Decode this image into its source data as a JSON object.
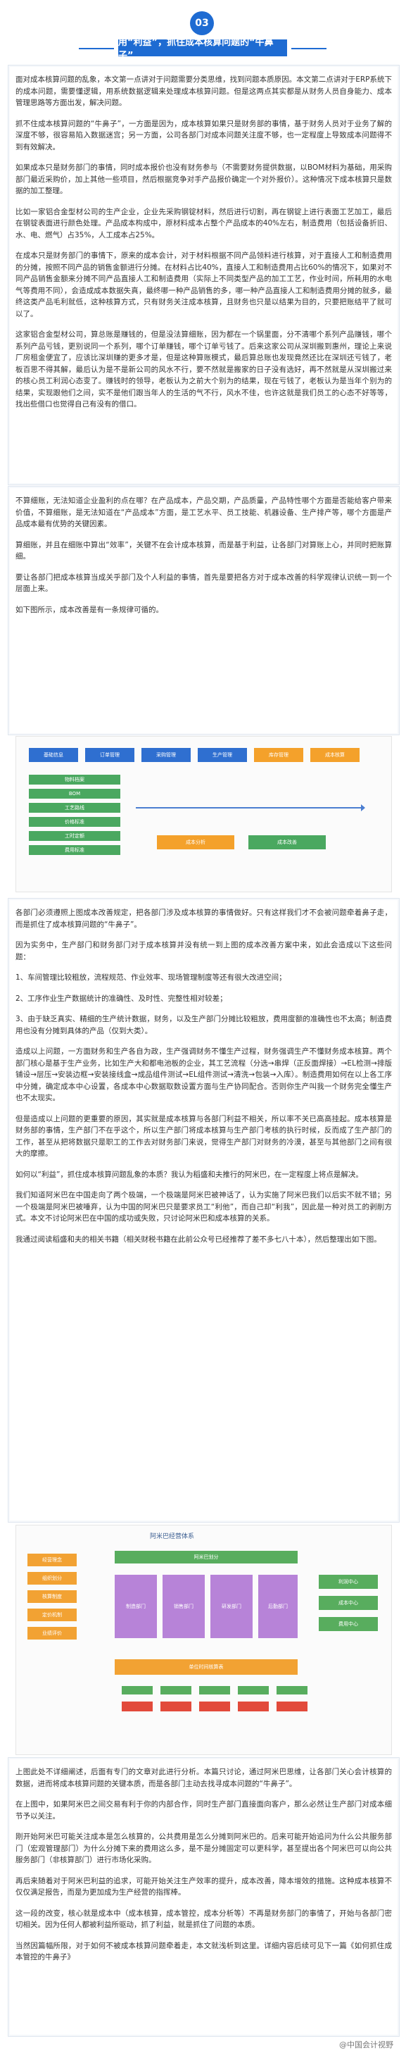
{
  "header": {
    "badge": "03",
    "title": "用“利益”，抓住成本核算问题的“牛鼻子”"
  },
  "paragraphs": [
    "面对成本核算问题的乱象，本文第一点讲对于问题需要分类思维，找到问题本质原因。本文第二点讲对于ERP系统下的成本问题，需要懂逻辑，用系统数据逻辑来处理成本核算问题。但是这两点其实都是从财务人员自身能力、成本管理思路等方面出发，解决问题。",
    "抓不住成本核算问题的“牛鼻子”，一方面是因为，成本核算如果只是财务部的事情，基于财务人员对于业务了解的深度不够，很容易陷入数据迷宫；另一方面，公司各部门对成本问题关注度不够，也一定程度上导致成本问题得不到有效解决。",
    "如果成本只是财务部门的事情，同时成本报价也没有财务参与（不需要财务提供数据，以BOM材料为基础，用采购部门最近采购价，加上其他一些项目，然后根据竞争对手产品报价确定一个对外报价）。这种情况下成本核算只是数据的加工整理。",
    "比如一家铝合金型材公司的生产企业，企业先采购钢锭材料，然后进行切割，再在钢锭上进行表面工艺加工，最后在钢锭表面进行颜色处理。产品成本构成中，原材料成本占整个产品成本的40%左右，制造费用（包括设备折旧、水、电、燃气）占35%，人工成本占25%。",
    "在成本只是财务部门的事情下，原来的成本会计，对于材料根据不同产品领料进行核算，对于直接人工和制造费用的分摊，按照不同产品的销售金额进行分摊。在材料占比40%，直接人工和制造费用占比60%的情况下，如果对不同产品销售金额来分摊不同产品直接人工和制造费用（实际上不同类型产品的加工工艺，作业时间，所耗用的水电气等费用不同），会造成成本数据失真，最终哪一种产品销售的多，哪一种产品直接人工和制造费用分摊的就多，最终这类产品毛利就低，这种核算方式，只有财务关注成本核算，且财务也只是以结果为目的，只要把账结平了就可以了。",
    "这家铝合金型材公司，算总账是赚钱的，但是没法算细账，因为都在一个锅里面，分不清哪个系列产品赚钱，哪个系列产品亏钱，更别说同一个系列，哪个订单赚钱，哪个订单亏钱了。后来这家公司从深圳搬到惠州，理论上来说厂房租金便宜了，应该比深圳赚的更多才是，但是这种算账模式，最后算总账也发现竟然还比在深圳还亏钱了，老板百思不得其解，最后认为是不是新公司的风水不行，要不然就是搬家的日子没有选好，再不然就是从深圳搬过来的核心员工利润心态变了。赚钱时的领导，老板认为之前大个别为的结果，现在亏钱了，老板认为是当年个别为的结果，实现跟他们之间，实不是他们跟当年人的生活的气不行，风水不佳，也许这就是我们员工的心态不好等等，找出些借口也觉得自己有没有的借口。",
    "不算细账，无法知道企业盈利的点在哪？在产品成本，产品交期，产品质量，产品特性哪个方面是否能给客户带来价值，不算细账，是无法知道在“产品成本”方面，是工艺水平、员工技能、机器设备、生产排产等，哪个方面是产品成本最有优势的关键因素。",
    "算细账，并且在细账中算出“效率”，关键不在会计成本核算，而是基于利益，让各部门对算账上心，并同时把账算细。",
    "要让各部门把成本核算当成关乎部门及个人利益的事情，首先是要把各方对于成本改善的科学观律认识统一到一个层面上来。",
    "如下图所示，成本改善是有一条规律可循的。",
    "各部门必须遵照上图成本改善规定，把各部门涉及成本核算的事情做好。只有这样我们才不会被问题牵着鼻子走，而是抓住了成本核算问题的“牛鼻子”。",
    "因为实务中，生产部门和财务部门对于成本核算并没有统一到上图的成本改善方案中来，如此会造成以下这些问题：",
    "1、车间管理比较粗放，流程规范、作业效率、现场管理制度等还有很大改进空间；",
    "2、工序作业生产数据统计的准确性、及时性、完整性相对较差；",
    "3、由于缺乏真实、精细的生产统计数据，财务，以及生产部门分摊比较粗放，费用度额的准确性也不太高；制造费用也没有分摊到具体的产品（仅到大类）。",
    "造成以上问题，一方面财务和生产各自为政，生产强调财务不懂生产过程，财务强调生产不懂财务成本核算。两个部门核心是基于生产业务，比如生产大和都电池板的企业，其工艺流程（分选→串焊（正反面焊接）→EL检测→排版铺设→层压→安装边框→安装接线盒→成品组件测试→EL组件测试→清洗→包装→入库）。制造费用如何在以上各工序中分摊，确定成本中心设置，各成本中心数据取数设置方面与生产协同配合。否则你生产叫我一个财务完全懂生产也不太现实。",
    "但是造成以上问题的更重要的原因，其实就是成本核算与各部门利益不相关，所以率不关已高高挂起。成本核算是财务部的事情，生产部门不在乎这个，所以生产部门将成本核算与生产部门考核的执行时候，反而成了生产部门的工作，甚至从把将数据只是职工的工作去对财务部门来说，觉得生产部门对财务的冷漠，甚至与其他部门之间有很大的摩擦。",
    "如何以“利益”，抓住成本核算问题乱象的本质？我认为稻盛和夫推行的阿米巴，在一定程度上将点是解决。",
    "我们知道阿米巴在中国走向了两个极端，一个极端是阿米巴被神话了，认为实施了阿米巴我们以后实不就不错；另一个极端是阿米巴被唾弃，认为中国的阿米巴只是要求员工“利他”，而自己却“利我”，因此是一种对员工的剥削方式。本文不讨论阿米巴在中国的成功或失败，只讨论阿米巴和成本核算的关系。",
    "我通过阅读稻盛和夫的相关书籍（相关财税书籍在此前公众号已经推荐了差不多七八十本），然后整理出如下图。",
    "上图此处不详细阐述，后面有专门的文章对此进行分析。本篇只讨论，通过阿米巴思维，让各部门关心会计核算的数据，进而将成本核算问题的关键本质，而是各部门主动去找寻成本问题的“牛鼻子”。",
    "在上图中，如果阿米巴之间交易有利于你的内部合作，同时生产部门直接面向客户，那么必然让生产部门对成本细节予以关注。",
    "刚开始阿米巴可能关注成本是怎么核算的，公共费用是怎么分摊到阿米巴的。后来可能开始追问为什么公共服务部门（宏观管理部门）为什么分摊下来的费用这么多，是不是分摊固定可以更科学，甚至提出各个阿米巴可以向公共服务部门（非核算部门）进行市场化采购。",
    "再后来随着对于阿米巴利益的追求，可能开始关注生产效率的提升，成本改善，降本增效的措施。这种成本核算不仅仅满足报告，而是为更加成为生产经营的指挥棒。",
    "这一段的改变，核心就是成本中（成本核算，成本管控，成本分析等）不再是财务部门的事情了，开始与各部门密切相关。因为任何人都被利益所驱动，抓了利益，就是抓住了问题的本质。",
    "当然因篇幅所限，对于如何不被成本核算问题牵着走，本文就浅析到这里。详细内容后续可见下一篇《如何抓住成本管控的牛鼻子》"
  ],
  "diagram1": {
    "boxes": [
      "基础信息",
      "订单管理",
      "采购管理",
      "生产管理",
      "库存管理",
      "成本核算",
      "成本分析",
      "成本改善"
    ],
    "sub_items": [
      "物料档案",
      "BOM",
      "工艺路线",
      "价格标准",
      "工时定额",
      "费用标准"
    ],
    "colors": {
      "blue": "#2f6fd0",
      "orange": "#f4a12b",
      "green": "#4aa860"
    }
  },
  "diagram2": {
    "title": "阿米巴经营体系",
    "left_items": [
      "经营理念",
      "组织划分",
      "核算制度",
      "定价机制",
      "业绩评价"
    ],
    "center_top": "阿米巴划分",
    "center_nodes": [
      "制造部门",
      "销售部门",
      "研发部门",
      "后勤部门"
    ],
    "right_items": [
      "利润中心",
      "成本中心",
      "费用中心"
    ],
    "bottom": "单位时间核算表",
    "colors": {
      "orange": "#f2a233",
      "purple": "#b783d8",
      "green": "#58ad5e",
      "red": "#e24a3b"
    }
  },
  "footer": {
    "watermark": "@中国会计视野"
  }
}
